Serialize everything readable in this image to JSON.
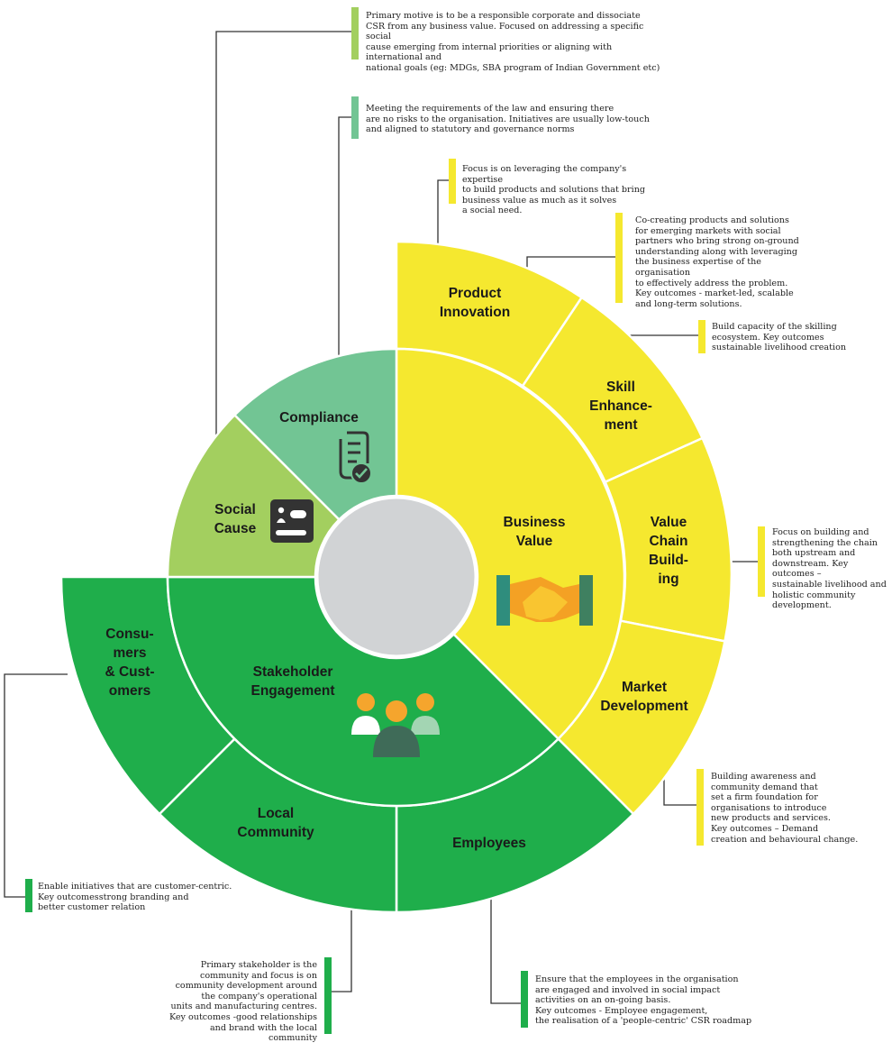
{
  "diagram": {
    "center": {
      "business_value": [
        "Business",
        "Value"
      ],
      "stakeholder": [
        "Stakeholder",
        "Engagement"
      ]
    },
    "segments": {
      "compliance": [
        "Compliance"
      ],
      "social_cause": [
        "Social",
        "Cause"
      ],
      "product_innovation": [
        "Product",
        "Innovation"
      ],
      "skill_enhancement": [
        "Skill",
        "Enhance-",
        "ment"
      ],
      "value_chain": [
        "Value",
        "Chain",
        "Build-",
        "ing"
      ],
      "market_development": [
        "Market",
        "Development"
      ],
      "consumers": [
        "Consu-",
        "mers",
        "& Cust-",
        "omers"
      ],
      "local_community": [
        "Local",
        "Community"
      ],
      "employees": [
        "Employees"
      ]
    },
    "colors": {
      "light_green": "#a3cf5f",
      "mint_green": "#72c594",
      "yellow": "#f5e82f",
      "green": "#1fae4b",
      "center_grey": "#d1d3d5",
      "bar_olive": "#a3cf5f",
      "bar_mint": "#72c594",
      "bar_yellow": "#f5e82f",
      "bar_green": "#1fae4b"
    },
    "icons": [
      "social-cause-icon",
      "compliance-document-icon",
      "handshake-icon",
      "people-group-icon"
    ],
    "notes": {
      "social_cause": [
        "Primary motive is to be a responsible corporate and dissociate",
        "CSR from any business value. Focused on addressing a specific social",
        "cause emerging from internal priorities or aligning with international and",
        "national goals (eg: MDGs, SBA program of Indian Government etc)"
      ],
      "compliance": [
        "Meeting the requirements of the law and ensuring there",
        "are no risks to the organisation. Initiatives are usually low-touch",
        "and aligned to statutory and governance norms"
      ],
      "business_value": [
        "Focus is on leveraging the company's expertise",
        "to build products and solutions that bring",
        "business value as much as it solves",
        "a social need."
      ],
      "product_innovation": [
        "Co-creating products and solutions",
        "for emerging markets with social",
        "partners who bring strong on-ground",
        "understanding along with leveraging",
        "the business expertise of the organisation",
        "to effectively address the problem.",
        "Key outcomes - market-led, scalable",
        "and long-term solutions."
      ],
      "skill_enhancement": [
        "Build capacity of the skilling",
        "ecosystem. Key outcomes",
        "sustainable livelihood creation"
      ],
      "value_chain": [
        "Focus on building and",
        "strengthening the chain",
        "both upstream and",
        "downstream. Key outcomes –",
        "sustainable livelihood and",
        "holistic community",
        "development."
      ],
      "market_development": [
        "Building awareness and",
        "community demand that",
        "set a firm foundation for",
        "organisations to introduce",
        "new products and services.",
        "Key outcomes – Demand",
        "creation and behavioural change."
      ],
      "consumers": [
        "Enable initiatives that are customer-centric.",
        "Key outcomesstrong branding and",
        "better customer relation"
      ],
      "local_community": [
        "Primary stakeholder is the",
        "community and focus is on",
        "community development around",
        "the company's operational",
        "units and manufacturing centres.",
        "Key outcomes -good relationships",
        "and brand with the local community"
      ],
      "employees": [
        "Ensure that the employees in the organisation",
        "are engaged and involved in social impact",
        "activities on an on-going basis.",
        "Key outcomes - Employee engagement,",
        "the realisation of a 'people-centric' CSR roadmap"
      ]
    }
  }
}
